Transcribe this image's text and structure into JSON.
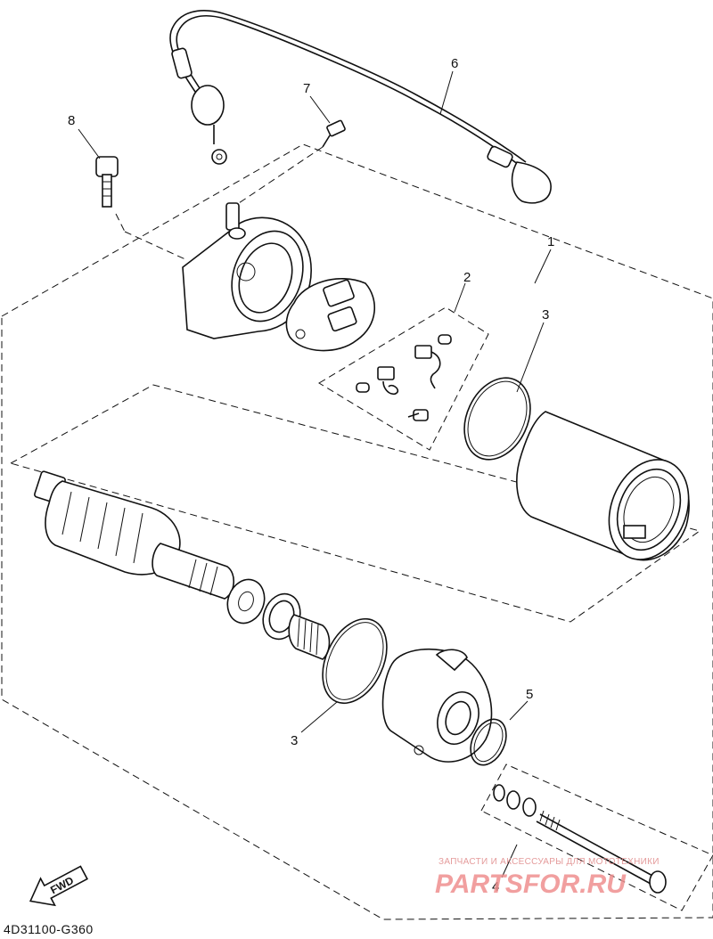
{
  "diagram": {
    "callouts": [
      "1",
      "2",
      "3",
      "3",
      "4",
      "5",
      "6",
      "7",
      "8"
    ],
    "diagram_code": "4D31100-G360",
    "fwd_label": "FWD",
    "watermark": {
      "tagline": "ЗАПЧАСТИ И АКСЕССУАРЫ ДЛЯ МОТОТЕХНИКИ",
      "brand": "PARTSFOR.RU"
    }
  }
}
